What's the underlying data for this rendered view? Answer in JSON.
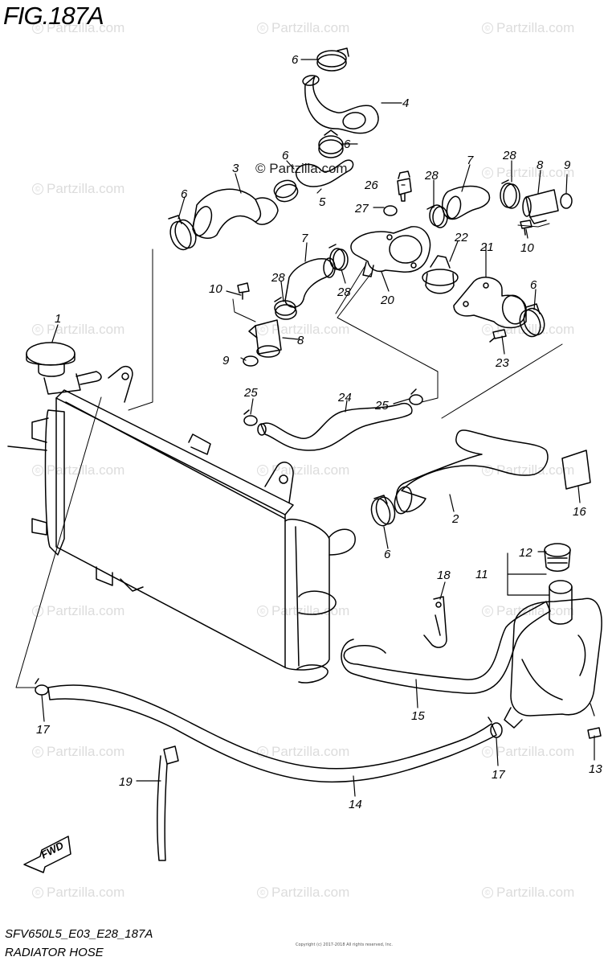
{
  "figure_title": "FIG.187A",
  "diagram_code": "SFV650L5_E03_E28_187A",
  "diagram_subtitle": "RADIATOR HOSE",
  "watermark": "Partzilla.com",
  "watermark_symbol": "©",
  "copyright_fine": "Copyright (c) 2017-2018 All rights reserved, Inc.",
  "direction_label": "FWD",
  "callouts": [
    {
      "id": "c1",
      "n": "1"
    },
    {
      "id": "c2",
      "n": "2"
    },
    {
      "id": "c3",
      "n": "3"
    },
    {
      "id": "c4",
      "n": "4"
    },
    {
      "id": "c5",
      "n": "5"
    },
    {
      "id": "c6a",
      "n": "6"
    },
    {
      "id": "c6b",
      "n": "6"
    },
    {
      "id": "c6c",
      "n": "6"
    },
    {
      "id": "c6d",
      "n": "6"
    },
    {
      "id": "c6e",
      "n": "6"
    },
    {
      "id": "c6f",
      "n": "6"
    },
    {
      "id": "c7a",
      "n": "7"
    },
    {
      "id": "c7b",
      "n": "7"
    },
    {
      "id": "c8a",
      "n": "8"
    },
    {
      "id": "c8b",
      "n": "8"
    },
    {
      "id": "c9a",
      "n": "9"
    },
    {
      "id": "c9b",
      "n": "9"
    },
    {
      "id": "c10a",
      "n": "10"
    },
    {
      "id": "c10b",
      "n": "10"
    },
    {
      "id": "c11",
      "n": "11"
    },
    {
      "id": "c12",
      "n": "12"
    },
    {
      "id": "c13",
      "n": "13"
    },
    {
      "id": "c14",
      "n": "14"
    },
    {
      "id": "c15",
      "n": "15"
    },
    {
      "id": "c16",
      "n": "16"
    },
    {
      "id": "c17a",
      "n": "17"
    },
    {
      "id": "c17b",
      "n": "17"
    },
    {
      "id": "c18",
      "n": "18"
    },
    {
      "id": "c19",
      "n": "19"
    },
    {
      "id": "c20",
      "n": "20"
    },
    {
      "id": "c21",
      "n": "21"
    },
    {
      "id": "c22",
      "n": "22"
    },
    {
      "id": "c23",
      "n": "23"
    },
    {
      "id": "c24",
      "n": "24"
    },
    {
      "id": "c25a",
      "n": "25"
    },
    {
      "id": "c25b",
      "n": "25"
    },
    {
      "id": "c26",
      "n": "26"
    },
    {
      "id": "c27",
      "n": "27"
    },
    {
      "id": "c28a",
      "n": "28"
    },
    {
      "id": "c28b",
      "n": "28"
    },
    {
      "id": "c28c",
      "n": "28"
    },
    {
      "id": "c28d",
      "n": "28"
    }
  ]
}
